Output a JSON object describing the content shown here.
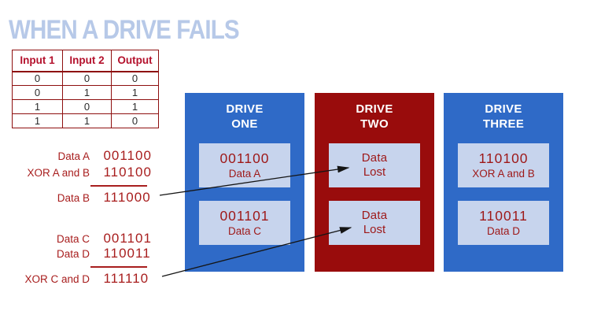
{
  "title": "WHEN A DRIVE FAILS",
  "colors": {
    "title_text": "#b7c9e8",
    "drive_blue": "#2f6ac7",
    "drive_red": "#990c0c",
    "block_bg": "#c7d4ed",
    "data_red": "#9e1818",
    "calc_red": "#a81e1e",
    "table_border": "#8e0f0f",
    "table_header_red": "#b4112c",
    "cell_text": "#2b2b2b",
    "drive_title_text": "#ffffff",
    "arrow_black": "#151515"
  },
  "xor_table": {
    "headers": [
      "Input 1",
      "Input 2",
      "Output"
    ],
    "rows": [
      [
        "0",
        "0",
        "0"
      ],
      [
        "0",
        "1",
        "1"
      ],
      [
        "1",
        "0",
        "1"
      ],
      [
        "1",
        "1",
        "0"
      ]
    ]
  },
  "calc_blocks": [
    {
      "row1": {
        "label": "Data A",
        "value": "001100"
      },
      "row2": {
        "label": "XOR A and B",
        "value": "110100"
      },
      "result": {
        "label": "Data B",
        "value": "111000"
      }
    },
    {
      "row1": {
        "label": "Data C",
        "value": "001101"
      },
      "row2": {
        "label": "Data D",
        "value": "110011"
      },
      "result": {
        "label": "XOR C and D",
        "value": "111110"
      }
    }
  ],
  "drives": [
    {
      "name_line1": "DRIVE",
      "name_line2": "ONE",
      "color": "#2f6ac7",
      "blocks": [
        {
          "line1": "001100",
          "line2": "Data A"
        },
        {
          "line1": "001101",
          "line2": "Data C"
        }
      ]
    },
    {
      "name_line1": "DRIVE",
      "name_line2": "TWO",
      "color": "#990c0c",
      "blocks": [
        {
          "line1": "Data",
          "line2": "Lost",
          "status": "lost"
        },
        {
          "line1": "Data",
          "line2": "Lost",
          "status": "lost"
        }
      ]
    },
    {
      "name_line1": "DRIVE",
      "name_line2": "THREE",
      "color": "#2f6ac7",
      "blocks": [
        {
          "line1": "110100",
          "line2": "XOR A and B"
        },
        {
          "line1": "110011",
          "line2": "Data D"
        }
      ]
    }
  ]
}
